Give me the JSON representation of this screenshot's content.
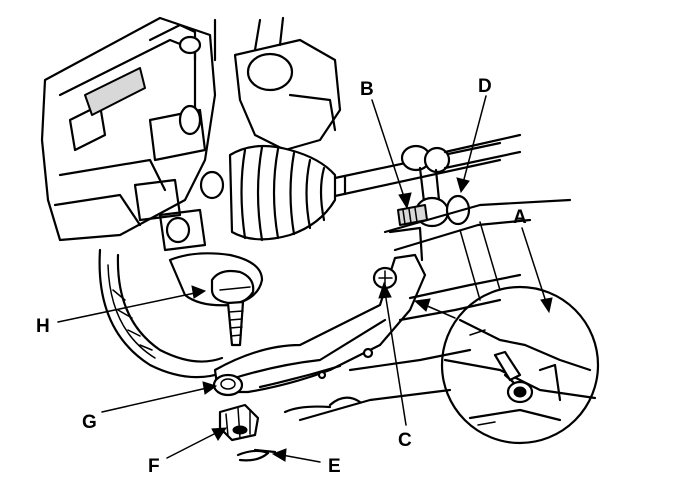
{
  "labels": {
    "a": "A",
    "b": "B",
    "c": "C",
    "d": "D",
    "e": "E",
    "f": "F",
    "g": "G",
    "h": "H"
  },
  "colors": {
    "ink": "#000000",
    "paper": "#ffffff",
    "shade": "#d8d8d8"
  }
}
